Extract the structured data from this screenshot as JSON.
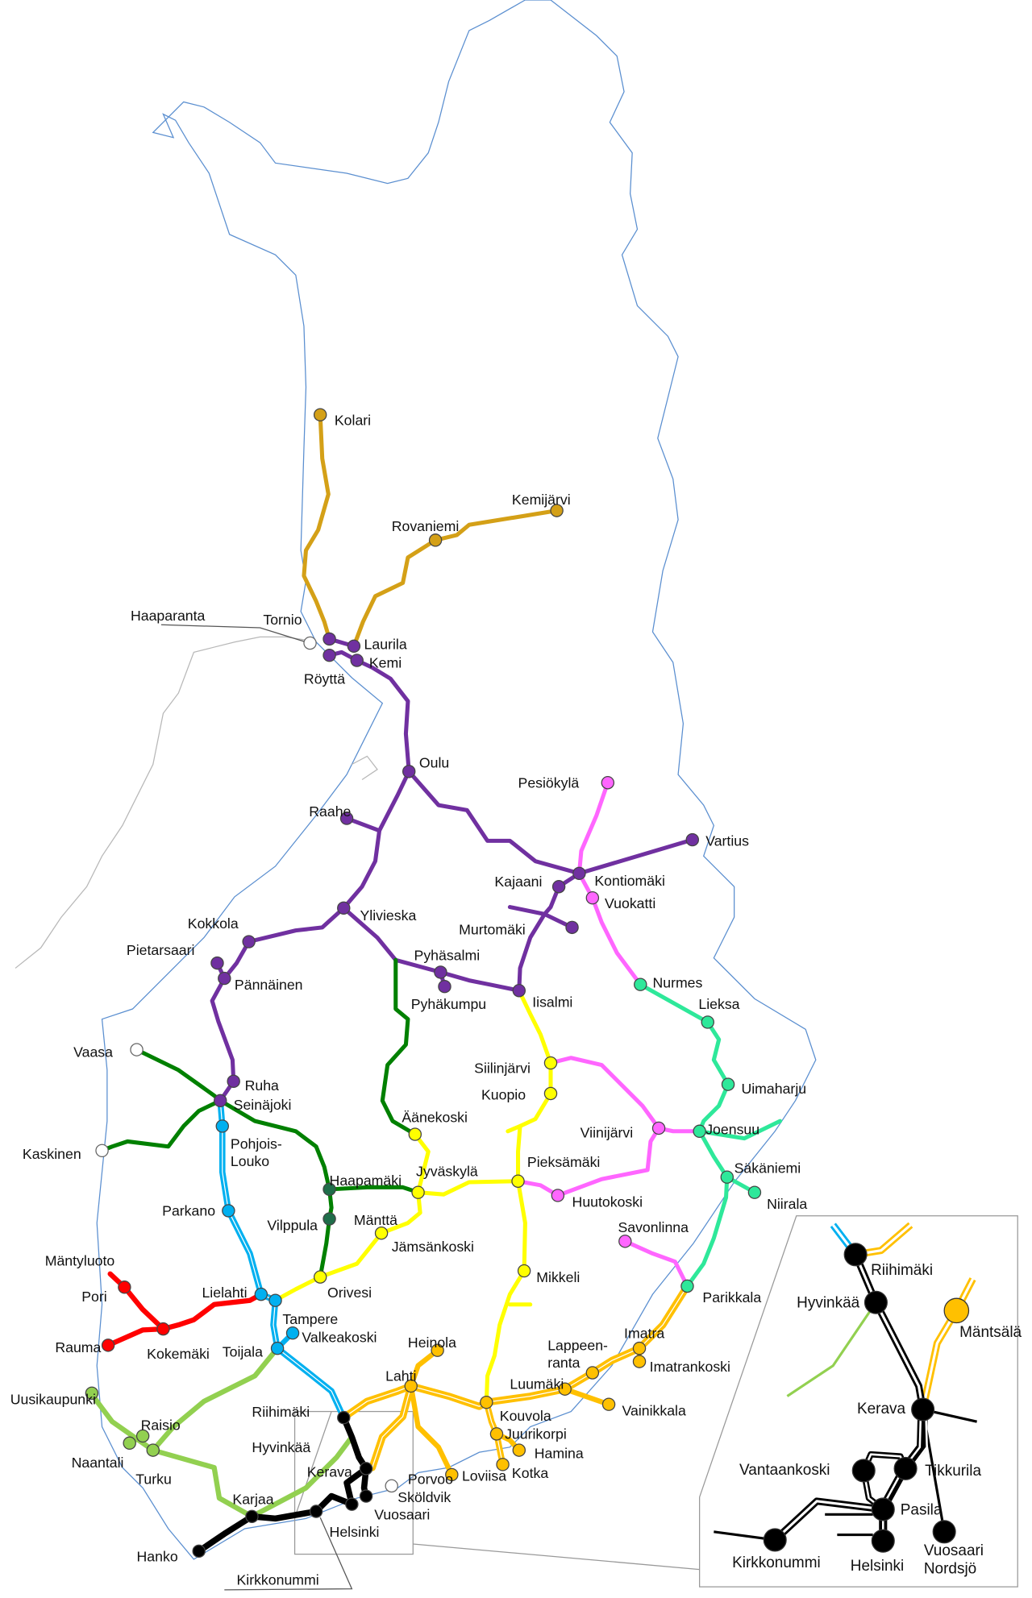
{
  "colors": {
    "gold": "#d4a017",
    "purple": "#7030a0",
    "pink": "#ff66ff",
    "teal": "#2ee89a",
    "yellow": "#ffff00",
    "orange": "#ffc000",
    "blue": "#00b0f0",
    "darkgreen": "#008000",
    "darkgreen_station": "#1f6e4a",
    "red": "#ff0000",
    "lightgreen": "#92d050",
    "black": "#000000",
    "border": "#5b8fd0",
    "sweden_coast": "#b8b8b8"
  },
  "stations": [
    {
      "name": "Kolari",
      "color": "gold"
    },
    {
      "name": "Rovaniemi",
      "color": "gold"
    },
    {
      "name": "Kemijärvi",
      "color": "gold"
    },
    {
      "name": "Haaparanta",
      "color": "white"
    },
    {
      "name": "Tornio",
      "color": "purple"
    },
    {
      "name": "Laurila",
      "color": "purple"
    },
    {
      "name": "Röyttä",
      "color": "purple"
    },
    {
      "name": "Kemi",
      "color": "purple"
    },
    {
      "name": "Oulu",
      "color": "purple"
    },
    {
      "name": "Raahe",
      "color": "purple"
    },
    {
      "name": "Pesiökylä",
      "color": "pink"
    },
    {
      "name": "Vartius",
      "color": "purple"
    },
    {
      "name": "Kajaani",
      "color": "purple"
    },
    {
      "name": "Kontiomäki",
      "color": "purple"
    },
    {
      "name": "Vuokatti",
      "color": "pink"
    },
    {
      "name": "Murtomäki",
      "color": "purple"
    },
    {
      "name": "Ylivieska",
      "color": "purple"
    },
    {
      "name": "Kokkola",
      "color": "purple"
    },
    {
      "name": "Pietarsaari",
      "color": "purple"
    },
    {
      "name": "Pännäinen",
      "color": "purple"
    },
    {
      "name": "Pyhäsalmi",
      "color": "purple"
    },
    {
      "name": "Pyhäkumpu",
      "color": "purple"
    },
    {
      "name": "Iisalmi",
      "color": "purple"
    },
    {
      "name": "Nurmes",
      "color": "teal"
    },
    {
      "name": "Lieksa",
      "color": "teal"
    },
    {
      "name": "Uimaharju",
      "color": "teal"
    },
    {
      "name": "Siilinjärvi",
      "color": "yellow"
    },
    {
      "name": "Kuopio",
      "color": "yellow"
    },
    {
      "name": "Vaasa",
      "color": "white"
    },
    {
      "name": "Ruha",
      "color": "purple"
    },
    {
      "name": "Seinäjoki",
      "color": "purple"
    },
    {
      "name": "Viinijärvi",
      "color": "pink"
    },
    {
      "name": "Joensuu",
      "color": "teal"
    },
    {
      "name": "Kaskinen",
      "color": "white"
    },
    {
      "name": "Pohjois-",
      "name2": "Louko",
      "color": "blue"
    },
    {
      "name": "Äänekoski",
      "color": "yellow"
    },
    {
      "name": "Säkäniemi",
      "color": "teal"
    },
    {
      "name": "Niirala",
      "color": "teal"
    },
    {
      "name": "Haapamäki",
      "color": "darkgreen_station"
    },
    {
      "name": "Jyväskylä",
      "color": "yellow"
    },
    {
      "name": "Pieksämäki",
      "color": "yellow"
    },
    {
      "name": "Huutokoski",
      "color": "pink"
    },
    {
      "name": "Parkano",
      "color": "blue"
    },
    {
      "name": "Vilppula",
      "color": "darkgreen_station"
    },
    {
      "name": "Mänttä",
      "color": "yellow"
    },
    {
      "name": "Jämsänkoski",
      "color": "none"
    },
    {
      "name": "Savonlinna",
      "color": "pink"
    },
    {
      "name": "Mäntyluoto",
      "color": "none"
    },
    {
      "name": "Pori",
      "color": "red"
    },
    {
      "name": "Mikkeli",
      "color": "yellow"
    },
    {
      "name": "Orivesi",
      "color": "yellow"
    },
    {
      "name": "Lielahti",
      "color": "blue"
    },
    {
      "name": "Tampere",
      "color": "blue"
    },
    {
      "name": "Parikkala",
      "color": "teal"
    },
    {
      "name": "Rauma",
      "color": "red"
    },
    {
      "name": "Kokemäki",
      "color": "red"
    },
    {
      "name": "Valkeakoski",
      "color": "blue"
    },
    {
      "name": "Toijala",
      "color": "blue"
    },
    {
      "name": "Heinola",
      "color": "orange"
    },
    {
      "name": "Imatra",
      "color": "orange"
    },
    {
      "name": "Lappeen-",
      "name2": "ranta",
      "color": "orange"
    },
    {
      "name": "Imatrankoski",
      "color": "orange"
    },
    {
      "name": "Luumäki",
      "color": "orange"
    },
    {
      "name": "Lahti",
      "color": "orange"
    },
    {
      "name": "Uusikaupunki",
      "color": "lightgreen"
    },
    {
      "name": "Riihimäki",
      "color": "black"
    },
    {
      "name": "Kouvola",
      "color": "orange"
    },
    {
      "name": "Vainikkala",
      "color": "orange"
    },
    {
      "name": "Raisio",
      "color": "lightgreen"
    },
    {
      "name": "Juurikorpi",
      "color": "orange"
    },
    {
      "name": "Hyvinkää",
      "color": "none"
    },
    {
      "name": "Naantali",
      "color": "lightgreen"
    },
    {
      "name": "Turku",
      "color": "lightgreen"
    },
    {
      "name": "Hamina",
      "color": "orange"
    },
    {
      "name": "Kerava",
      "color": "black"
    },
    {
      "name": "Kotka",
      "color": "orange"
    },
    {
      "name": "Loviisa",
      "color": "orange"
    },
    {
      "name": "Porvoo",
      "color": "white"
    },
    {
      "name": "Sköldvik",
      "color": "none"
    },
    {
      "name": "Vuosaari",
      "color": "black"
    },
    {
      "name": "Karjaa",
      "color": "black"
    },
    {
      "name": "Helsinki",
      "color": "black"
    },
    {
      "name": "Hanko",
      "color": "black"
    },
    {
      "name": "Kirkkonummi",
      "color": "black"
    }
  ],
  "inset": {
    "stations": [
      {
        "name": "Riihimäki",
        "color": "black"
      },
      {
        "name": "Hyvinkää",
        "color": "black"
      },
      {
        "name": "Mäntsälä",
        "color": "orange"
      },
      {
        "name": "Kerava",
        "color": "black"
      },
      {
        "name": "Vantaankoski",
        "color": "black"
      },
      {
        "name": "Tikkurila",
        "color": "black"
      },
      {
        "name": "Pasila",
        "color": "black"
      },
      {
        "name": "Helsinki",
        "color": "black"
      },
      {
        "name": "Vuosaari",
        "name2": "Nordsjö",
        "color": "black"
      },
      {
        "name": "Kirkkonummi",
        "color": "black"
      }
    ]
  }
}
